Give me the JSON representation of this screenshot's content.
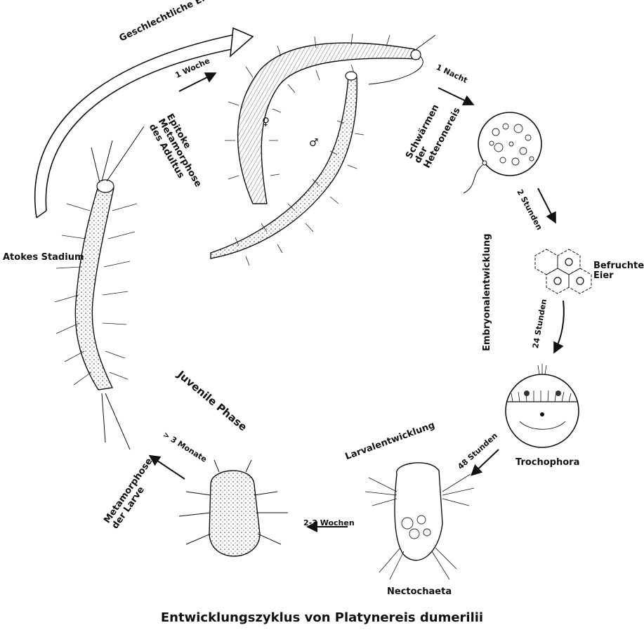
{
  "title": "Entwicklungszyklus von Platynereis dumerilii",
  "arc_label": "Geschlechtliche Entwicklung",
  "stages": {
    "atokes": "Atokes Stadium",
    "eier": "Befruchtete Eier",
    "trochophora": "Trochophora",
    "nectochaeta": "Nectochaeta"
  },
  "processes": {
    "epitoke": "Epitoke Metamorphose des Adultus",
    "schwaermen": "Schwärmen der Heteronereis",
    "embryonal": "Embryonalentwicklung",
    "larval": "Larvalentwicklung",
    "juvenil": "Juvenile Phase",
    "metamorphose": "Metamorphose der Larve"
  },
  "durations": {
    "woche": "1 Woche",
    "nacht": "1 Nacht",
    "zwei_stunden": "2 Stunden",
    "vierundzwanzig": "24 Stunden",
    "achtundvierzig": "48 Stunden",
    "zwei_drei_wochen": "2-3 Wochen",
    "monate": "> 3 Monate"
  },
  "symbols": {
    "female": "♀",
    "male": "♂"
  }
}
